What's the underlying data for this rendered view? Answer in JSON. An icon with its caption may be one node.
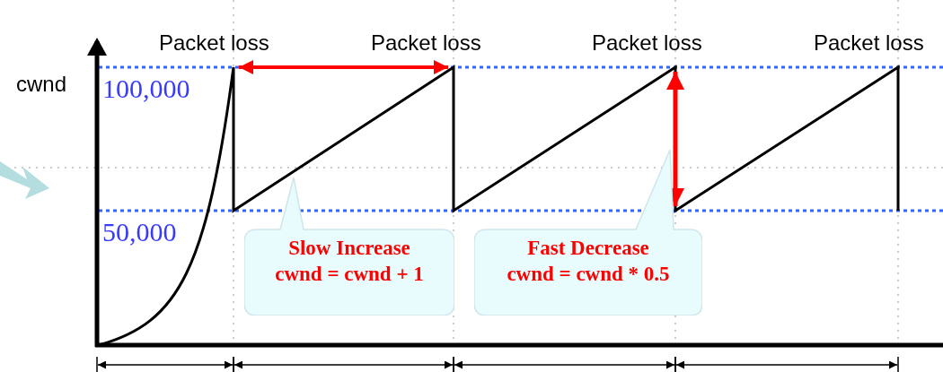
{
  "diagram": {
    "nodes": [
      {
        "text": [
          "Slow Increase",
          "cwnd = cwnd + 1"
        ]
      },
      {
        "text": [
          "Fast Decrease",
          "cwnd = cwnd * 0.5"
        ]
      }
    ],
    "labels": [
      "Packet loss",
      "Packet loss",
      "Packet loss",
      "Packet loss",
      "cwnd",
      "100,000",
      "50,000"
    ]
  }
}
